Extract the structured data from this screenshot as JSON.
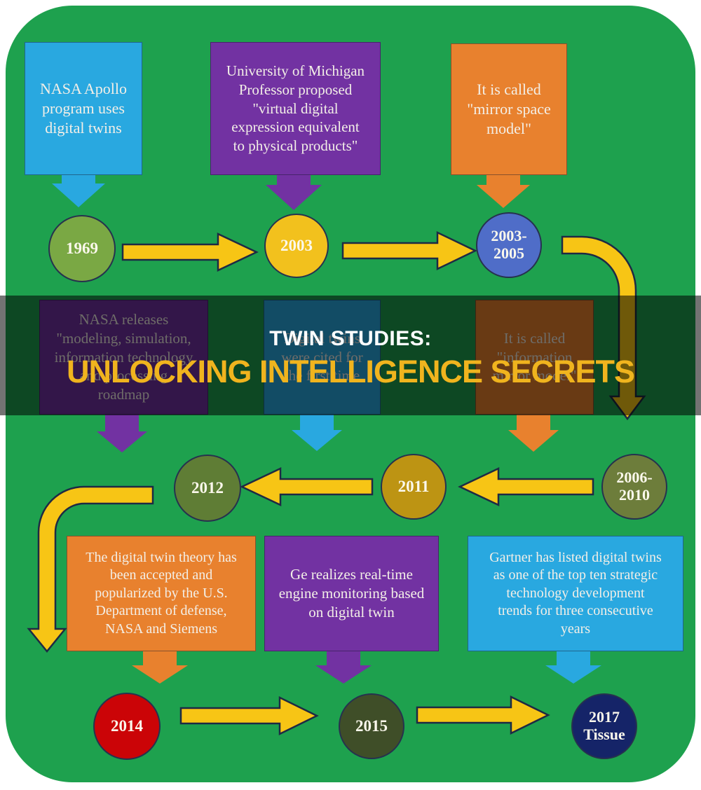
{
  "banner": {
    "line1": "TWIN STUDIES:",
    "line2": "UNLOCKING INTELLIGENCE SECRETS"
  },
  "top_boxes": [
    {
      "text": "NASA Apollo\nprogram uses\ndigital twins",
      "color": "#29a8e0"
    },
    {
      "text": "University of Michigan\nProfessor proposed\n\"virtual digital\nexpression equivalent\nto physical products\"",
      "color": "#7232a2"
    },
    {
      "text": "It is called\n\"mirror space\nmodel\"",
      "color": "#e8812e"
    }
  ],
  "row1_circles": [
    {
      "label": "1969",
      "color": "#7aa844"
    },
    {
      "label": "2003",
      "color": "#f2c11d"
    },
    {
      "label": "2003-\n2005",
      "color": "#4f6dc8"
    }
  ],
  "mid_boxes": [
    {
      "text": "NASA releases\n\"modeling, simulation,\ninformation technology\nand processing\nroadmap",
      "color": "#7232a2"
    },
    {
      "text": "Digital twins\nwere cited for\nthe first time",
      "color": "#29a8e0"
    },
    {
      "text": "It is called\n\"information\nmirror model\"",
      "color": "#e8812e"
    }
  ],
  "row2_circles": [
    {
      "label": "2012",
      "color": "#5f7d35"
    },
    {
      "label": "2011",
      "color": "#bd9413"
    },
    {
      "label": "2006-\n2010",
      "color": "#6d7d3b"
    }
  ],
  "bottom_boxes": [
    {
      "text": "The digital twin theory has\nbeen accepted and\npopularized by the U.S.\nDepartment of defense,\nNASA and Siemens",
      "color": "#e8812e"
    },
    {
      "text": "Ge realizes real-time\nengine monitoring based\non digital twin",
      "color": "#7232a2"
    },
    {
      "text": "Gartner has listed digital twins\nas one of the top ten strategic\ntechnology development\ntrends for three consecutive\nyears",
      "color": "#29a8e0"
    }
  ],
  "row3_circles": [
    {
      "label": "2014",
      "color": "#cb0407"
    },
    {
      "label": "2015",
      "color": "#3f4e28"
    },
    {
      "label": "2017\nTissue",
      "color": "#152468"
    }
  ],
  "colors": {
    "background_green": "#1ea14e",
    "page_margin": "#ffffff",
    "arrow_yellow": "#f7c515",
    "arrow_outline": "#1e2a44",
    "banner_overlay": "rgba(0,0,0,0.55)",
    "banner_title": "#ffffff",
    "banner_subtitle": "#f0b41e"
  }
}
